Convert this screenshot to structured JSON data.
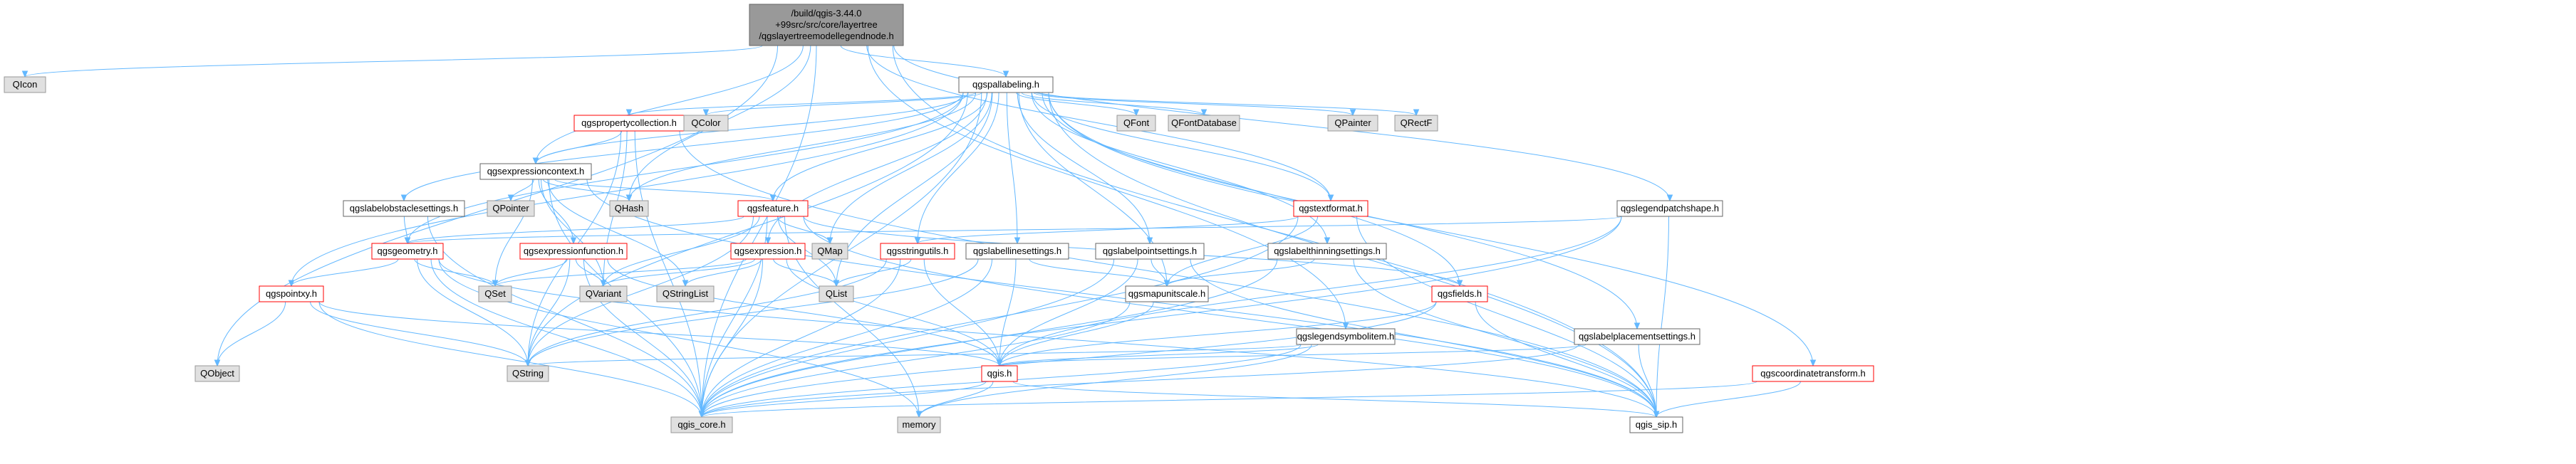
{
  "colors": {
    "root_fill": "#999999",
    "linked_fill": "#ffffff",
    "linked_stroke": "#ff0000",
    "external_fill": "#e0e0e0",
    "external_stroke": "#999999",
    "plain_stroke": "#666666",
    "edge": "#63b8ff",
    "text": "#000000"
  },
  "nodes": [
    {
      "id": "root",
      "lines": [
        "/build/qgis-3.44.0",
        "+99src/src/core/layertree",
        "/qgslayertreemodellegendnode.h"
      ],
      "kind": "root"
    },
    {
      "id": "qicon",
      "lines": [
        "QIcon"
      ],
      "kind": "external"
    },
    {
      "id": "qobject",
      "lines": [
        "QObject"
      ],
      "kind": "external"
    },
    {
      "id": "qgis_core",
      "lines": [
        "qgis_core.h"
      ],
      "kind": "external"
    },
    {
      "id": "qgis_sip",
      "lines": [
        "qgis_sip.h"
      ],
      "kind": "plain"
    },
    {
      "id": "qgsexpressioncontext",
      "lines": [
        "qgsexpressioncontext.h"
      ],
      "kind": "plain"
    },
    {
      "id": "qgspallabeling",
      "lines": [
        "qgspallabeling.h"
      ],
      "kind": "plain"
    },
    {
      "id": "qgslegendpatchshape",
      "lines": [
        "qgslegendpatchshape.h"
      ],
      "kind": "plain"
    },
    {
      "id": "qgstextformat",
      "lines": [
        "qgstextformat.h"
      ],
      "kind": "linked"
    },
    {
      "id": "qgspropertycollection",
      "lines": [
        "qgspropertycollection.h"
      ],
      "kind": "linked"
    },
    {
      "id": "qgsfeature",
      "lines": [
        "qgsfeature.h"
      ],
      "kind": "linked"
    },
    {
      "id": "qgsexpression",
      "lines": [
        "qgsexpression.h"
      ],
      "kind": "linked"
    },
    {
      "id": "qgsexpressionfunction",
      "lines": [
        "qgsexpressionfunction.h"
      ],
      "kind": "linked"
    },
    {
      "id": "qgsgeometry",
      "lines": [
        "qgsgeometry.h"
      ],
      "kind": "linked"
    },
    {
      "id": "qgspointxy",
      "lines": [
        "qgspointxy.h"
      ],
      "kind": "linked"
    },
    {
      "id": "qgsstringutils",
      "lines": [
        "qgsstringutils.h"
      ],
      "kind": "linked"
    },
    {
      "id": "qgsfields",
      "lines": [
        "qgsfields.h"
      ],
      "kind": "linked"
    },
    {
      "id": "qgis",
      "lines": [
        "qgis.h"
      ],
      "kind": "linked"
    },
    {
      "id": "qgscoordinatetransform",
      "lines": [
        "qgscoordinatetransform.h"
      ],
      "kind": "linked"
    },
    {
      "id": "qgslabelobstaclesettings",
      "lines": [
        "qgslabelobstaclesettings.h"
      ],
      "kind": "plain"
    },
    {
      "id": "qgslabellinesettings",
      "lines": [
        "qgslabellinesettings.h"
      ],
      "kind": "plain"
    },
    {
      "id": "qgslabelpointsettings",
      "lines": [
        "qgslabelpointsettings.h"
      ],
      "kind": "plain"
    },
    {
      "id": "qgslabelthinningsettings",
      "lines": [
        "qgslabelthinningsettings.h"
      ],
      "kind": "plain"
    },
    {
      "id": "qgslabelplacementsettings",
      "lines": [
        "qgslabelplacementsettings.h"
      ],
      "kind": "plain"
    },
    {
      "id": "qgsmapunitscale",
      "lines": [
        "qgsmapunitscale.h"
      ],
      "kind": "plain"
    },
    {
      "id": "qgslegendsymbolitem",
      "lines": [
        "qgslegendsymbolitem.h"
      ],
      "kind": "plain"
    },
    {
      "id": "qcolor",
      "lines": [
        "QColor"
      ],
      "kind": "external"
    },
    {
      "id": "qfont",
      "lines": [
        "QFont"
      ],
      "kind": "external"
    },
    {
      "id": "qfontdatabase",
      "lines": [
        "QFontDatabase"
      ],
      "kind": "external"
    },
    {
      "id": "qpainter",
      "lines": [
        "QPainter"
      ],
      "kind": "external"
    },
    {
      "id": "qrectf",
      "lines": [
        "QRectF"
      ],
      "kind": "external"
    },
    {
      "id": "qhash",
      "lines": [
        "QHash"
      ],
      "kind": "external"
    },
    {
      "id": "qpointer",
      "lines": [
        "QPointer"
      ],
      "kind": "external"
    },
    {
      "id": "qmap",
      "lines": [
        "QMap"
      ],
      "kind": "external"
    },
    {
      "id": "qset",
      "lines": [
        "QSet"
      ],
      "kind": "external"
    },
    {
      "id": "qvariant",
      "lines": [
        "QVariant"
      ],
      "kind": "external"
    },
    {
      "id": "qstringlist",
      "lines": [
        "QStringList"
      ],
      "kind": "external"
    },
    {
      "id": "qlist",
      "lines": [
        "QList"
      ],
      "kind": "external"
    },
    {
      "id": "qstring",
      "lines": [
        "QString"
      ],
      "kind": "external"
    },
    {
      "id": "memory",
      "lines": [
        "memory"
      ],
      "kind": "external"
    }
  ],
  "edges": [
    [
      "root",
      "qicon"
    ],
    [
      "root",
      "qobject"
    ],
    [
      "root",
      "qgis_core"
    ],
    [
      "root",
      "qgis_sip"
    ],
    [
      "root",
      "qgsexpressioncontext"
    ],
    [
      "root",
      "qgspallabeling"
    ],
    [
      "root",
      "qgslegendpatchshape"
    ],
    [
      "root",
      "qgstextformat"
    ],
    [
      "root",
      "qhash"
    ],
    [
      "root",
      "qgslegendsymbolitem"
    ],
    [
      "qgspallabeling",
      "qgis_core"
    ],
    [
      "qgspallabeling",
      "qgis_sip"
    ],
    [
      "qgspallabeling",
      "qlist"
    ],
    [
      "qgspallabeling",
      "qstring"
    ],
    [
      "qgspallabeling",
      "qfont"
    ],
    [
      "qgspallabeling",
      "qfontdatabase"
    ],
    [
      "qgspallabeling",
      "qcolor"
    ],
    [
      "qgspallabeling",
      "qhash"
    ],
    [
      "qgspallabeling",
      "qpainter"
    ],
    [
      "qgspallabeling",
      "qrectf"
    ],
    [
      "qgspallabeling",
      "qmap"
    ],
    [
      "qgspallabeling",
      "qgsfeature"
    ],
    [
      "qgspallabeling",
      "qgsexpression"
    ],
    [
      "qgspallabeling",
      "qgsexpressioncontext"
    ],
    [
      "qgspallabeling",
      "qgspropertycollection"
    ],
    [
      "qgspallabeling",
      "qgspointxy"
    ],
    [
      "qgspallabeling",
      "qgsmapunitscale"
    ],
    [
      "qgspallabeling",
      "qgsstringutils"
    ],
    [
      "qgspallabeling",
      "qgstextformat"
    ],
    [
      "qgspallabeling",
      "qgsfields"
    ],
    [
      "qgspallabeling",
      "qgscoordinatetransform"
    ],
    [
      "qgspallabeling",
      "qgslabelobstaclesettings"
    ],
    [
      "qgspallabeling",
      "qgslabelthinningsettings"
    ],
    [
      "qgspallabeling",
      "qgslabellinesettings"
    ],
    [
      "qgspallabeling",
      "qgslabelpointsettings"
    ],
    [
      "qgspallabeling",
      "qgslabelplacementsettings"
    ],
    [
      "qgspallabeling",
      "qgsgeometry"
    ],
    [
      "qgspropertycollection",
      "qgis_core"
    ],
    [
      "qgspropertycollection",
      "qgis_sip"
    ],
    [
      "qgspropertycollection",
      "qgsexpressioncontext"
    ],
    [
      "qgspropertycollection",
      "qcolor"
    ],
    [
      "qgspropertycollection",
      "qvariant"
    ],
    [
      "qgspropertycollection",
      "qstring"
    ],
    [
      "qgsexpressioncontext",
      "qgis_core"
    ],
    [
      "qgsexpressioncontext",
      "qgis_sip"
    ],
    [
      "qgsexpressioncontext",
      "qhash"
    ],
    [
      "qgsexpressioncontext",
      "qpointer"
    ],
    [
      "qgsexpressioncontext",
      "qset"
    ],
    [
      "qgsexpressioncontext",
      "qstringlist"
    ],
    [
      "qgsexpressioncontext",
      "qvariant"
    ],
    [
      "qgsexpressioncontext",
      "qgsexpressionfunction"
    ],
    [
      "qgsexpressioncontext",
      "qgsfeature"
    ],
    [
      "qgsexpressionfunction",
      "qgis_core"
    ],
    [
      "qgsexpressionfunction",
      "qset"
    ],
    [
      "qgsexpressionfunction",
      "qstring"
    ],
    [
      "qgsexpressionfunction",
      "qvariant"
    ],
    [
      "qgsexpressionfunction",
      "qgis"
    ],
    [
      "qgsfeature",
      "qgis_core"
    ],
    [
      "qgsfeature",
      "qgis_sip"
    ],
    [
      "qgsfeature",
      "qmap"
    ],
    [
      "qgsfeature",
      "qstring"
    ],
    [
      "qgsfeature",
      "qvariant"
    ],
    [
      "qgsfeature",
      "qlist"
    ],
    [
      "qgsfeature",
      "memory"
    ],
    [
      "qgsfeature",
      "qgsfields"
    ],
    [
      "qgsfeature",
      "qgsgeometry"
    ],
    [
      "qgsexpression",
      "qgis_core"
    ],
    [
      "qgsexpression",
      "qstringlist"
    ],
    [
      "qgsexpression",
      "qvariant"
    ],
    [
      "qgsexpression",
      "qlist"
    ],
    [
      "qgsexpression",
      "qset"
    ],
    [
      "qgsexpression",
      "qgis"
    ],
    [
      "qgsgeometry",
      "qgis_core"
    ],
    [
      "qgsgeometry",
      "qgis_sip"
    ],
    [
      "qgsgeometry",
      "qset"
    ],
    [
      "qgsgeometry",
      "qstring"
    ],
    [
      "qgsgeometry",
      "memory"
    ],
    [
      "qgsgeometry",
      "qgspointxy"
    ],
    [
      "qgspointxy",
      "qgis_core"
    ],
    [
      "qgspointxy",
      "qobject"
    ],
    [
      "qgspointxy",
      "qstring"
    ],
    [
      "qgspointxy",
      "qgis"
    ],
    [
      "qgsstringutils",
      "qgis_core"
    ],
    [
      "qgsstringutils",
      "qstring"
    ],
    [
      "qgsstringutils",
      "qlist"
    ],
    [
      "qgsstringutils",
      "qgis"
    ],
    [
      "qgsfields",
      "qgis_core"
    ],
    [
      "qgsfields",
      "qgis_sip"
    ],
    [
      "qgsfields",
      "qgis"
    ],
    [
      "qgis",
      "qgis_core"
    ],
    [
      "qgis",
      "qgis_sip"
    ],
    [
      "qgis",
      "memory"
    ],
    [
      "qgscoordinatetransform",
      "qgis_core"
    ],
    [
      "qgscoordinatetransform",
      "qgis_sip"
    ],
    [
      "qgslabelobstaclesettings",
      "qgis_core"
    ],
    [
      "qgslabelobstaclesettings",
      "qgsgeometry"
    ],
    [
      "qgslabellinesettings",
      "qgis_core"
    ],
    [
      "qgslabellinesettings",
      "qgis"
    ],
    [
      "qgslabellinesettings",
      "qgsmapunitscale"
    ],
    [
      "qgslabellinesettings",
      "qstring"
    ],
    [
      "qgslabelpointsettings",
      "qgis_core"
    ],
    [
      "qgslabelpointsettings",
      "qgis"
    ],
    [
      "qgslabelpointsettings",
      "qgsmapunitscale"
    ],
    [
      "qgslabelpointsettings",
      "qgis_sip"
    ],
    [
      "qgslabelthinningsettings",
      "qgis_core"
    ],
    [
      "qgslabelthinningsettings",
      "qgis_sip"
    ],
    [
      "qgslabelthinningsettings",
      "qgsmapunitscale"
    ],
    [
      "qgslabelplacementsettings",
      "qgis_core"
    ],
    [
      "qgslabelplacementsettings",
      "qgis_sip"
    ],
    [
      "qgslabelplacementsettings",
      "qgis"
    ],
    [
      "qgsmapunitscale",
      "qgis_core"
    ],
    [
      "qgsmapunitscale",
      "qgis"
    ],
    [
      "qgstextformat",
      "qgis_core"
    ],
    [
      "qgstextformat",
      "qgis_sip"
    ],
    [
      "qgstextformat",
      "qgsstringutils"
    ],
    [
      "qgstextformat",
      "qgsmapunitscale"
    ],
    [
      "qgslegendpatchshape",
      "qgis_core"
    ],
    [
      "qgslegendpatchshape",
      "qgis_sip"
    ],
    [
      "qgslegendpatchshape",
      "qgsgeometry"
    ],
    [
      "qgslegendpatchshape",
      "qgis"
    ],
    [
      "qgslegendsymbolitem",
      "qgis_core"
    ],
    [
      "qgslegendsymbolitem",
      "qgis"
    ],
    [
      "qgslegendsymbolitem",
      "memory"
    ],
    [
      "qgslegendsymbolitem",
      "qstring"
    ]
  ]
}
